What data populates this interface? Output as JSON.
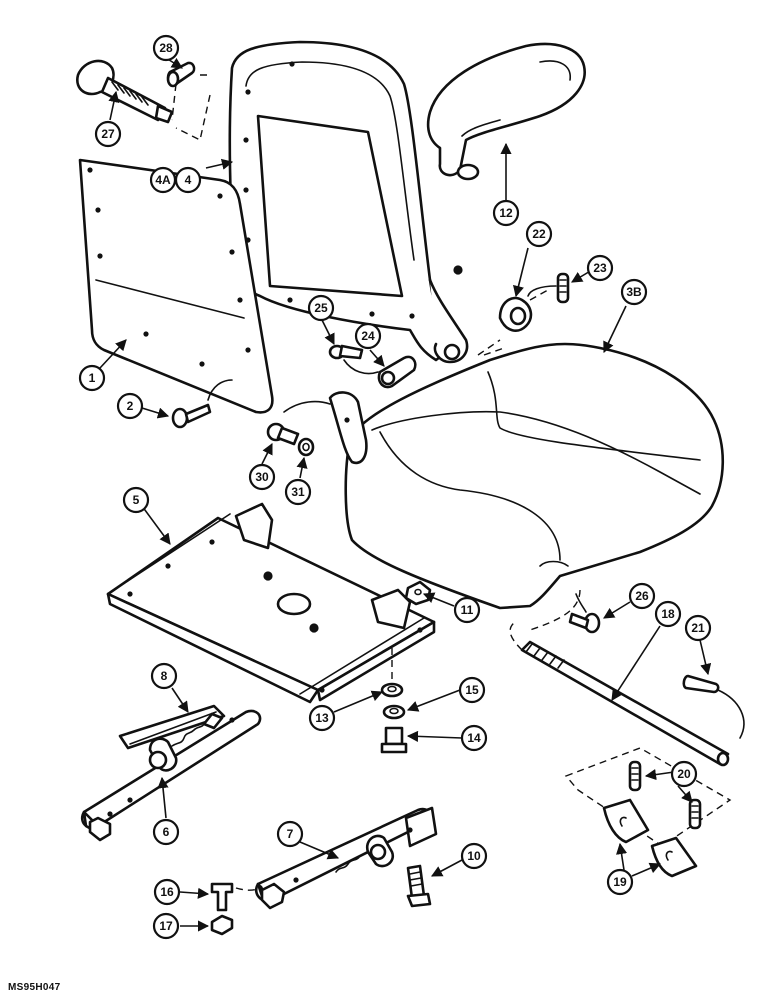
{
  "figure_code": "MS95H047",
  "callouts": [
    "28",
    "27",
    "4A",
    "4",
    "12",
    "22",
    "23",
    "3B",
    "1",
    "2",
    "25",
    "24",
    "30",
    "31",
    "5",
    "11",
    "13",
    "15",
    "14",
    "26",
    "18",
    "21",
    "8",
    "6",
    "7",
    "10",
    "16",
    "17",
    "20",
    "19"
  ],
  "colors": {
    "ink": "#111111",
    "paper": "#ffffff"
  }
}
